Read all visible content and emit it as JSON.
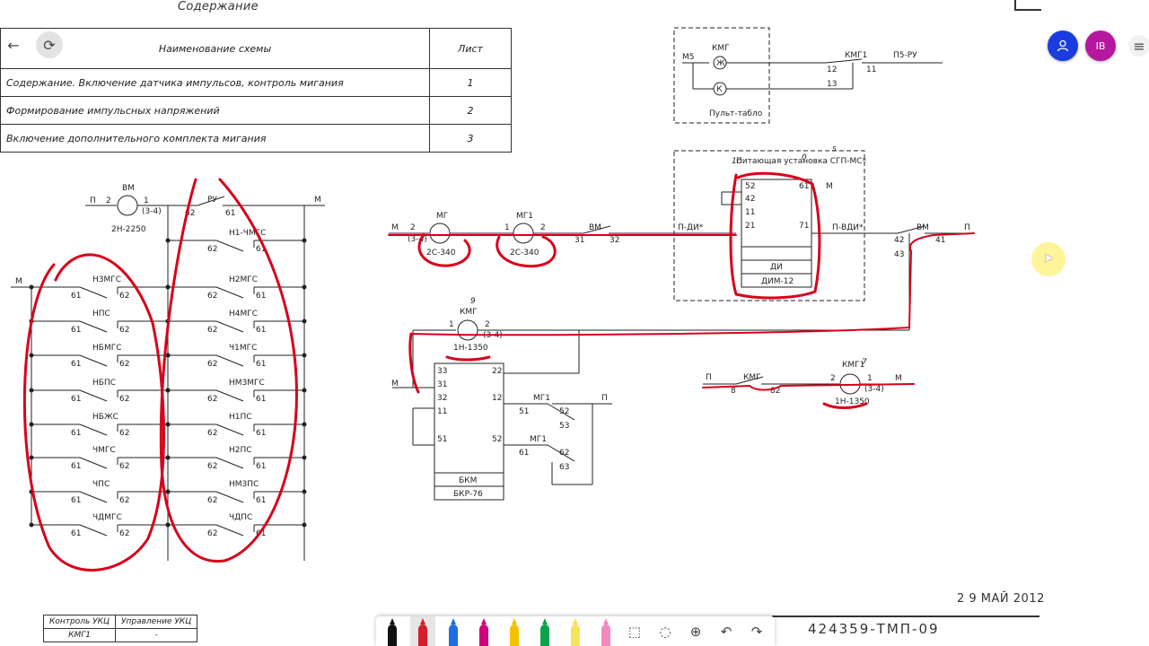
{
  "document": {
    "title": "Содержание",
    "contents_table": {
      "headers": [
        "Наименование схемы",
        "Лист"
      ],
      "rows": [
        {
          "name": "Содержание. Включение датчика импульсов, контроль мигания",
          "sheet": "1"
        },
        {
          "name": "Формирование импульсных напряжений",
          "sheet": "2"
        },
        {
          "name": "Включение дополнительного комплекта мигания",
          "sheet": "3"
        }
      ]
    },
    "date_stamp": "2 9 МАЙ 2012",
    "doc_code": "424359-ТМП-09",
    "ukc_table": {
      "headers": [
        "Контроль УКЦ",
        "Управление УКЦ"
      ],
      "row": [
        "КМГ1",
        "-"
      ]
    }
  },
  "schematic_labels": {
    "left": {
      "P": "П",
      "BM": "ВМ",
      "n2": "2",
      "n1": "1",
      "n34": "(3-4)",
      "relay": "2Н-2250",
      "RU": "РУ",
      "c62": "62",
      "c61": "61",
      "M": "М",
      "M2": "М",
      "contacts": [
        "Н1-ЧМГС",
        "Н3МГС",
        "НПС",
        "Н2МГС",
        "Н4МГС",
        "НБМГС",
        "Ч1МГС",
        "НБПС",
        "НМ3МГС",
        "НБЖС",
        "Н1ПС",
        "ЧМГС",
        "Н2ПС",
        "ЧПС",
        "НМ3ПС",
        "ЧДМГС",
        "ЧДПС"
      ]
    },
    "top_box": {
      "M5": "М5",
      "KMG": "КМГ",
      "Zh": "Ж",
      "K": "К",
      "KMG1": "КМГ1",
      "c12": "12",
      "c11": "11",
      "c13": "13",
      "P5RU": "П5-РУ",
      "title": "Пульт-табло"
    },
    "middle": {
      "M": "М",
      "MG": "МГ",
      "MG1": "МГ1",
      "BM": "ВМ",
      "c1": "1",
      "c2": "2",
      "c34": "(3-4)",
      "r1": "2С-340",
      "r2": "2С-340",
      "c31": "31",
      "c32": "32",
      "PDI": "П-ДИ*",
      "PVDI": "П-ВДИ*",
      "supply": "Питающая установка СГП-МС*",
      "c52": "52",
      "c42": "42",
      "c11": "11",
      "c21": "21",
      "c71": "71",
      "c61": "61",
      "DI": "ДИ",
      "DIM": "ДИМ-12",
      "BM2": "ВМ",
      "P": "П",
      "c41": "41",
      "c42b": "42",
      "c43": "43",
      "Mr": "М"
    },
    "lower": {
      "KMG": "КМГ",
      "c1": "1",
      "c2": "2",
      "c34": "(3-4)",
      "relay": "1Н-1350",
      "M": "М",
      "P": "П",
      "t33": "33",
      "t31": "31",
      "t32": "32",
      "t11": "11",
      "t51": "51",
      "t22": "22",
      "t12": "12",
      "t52": "52",
      "MG1": "МГ1",
      "MG1b": "МГ1",
      "c51": "51",
      "c52b": "52",
      "c53": "53",
      "c61": "61",
      "c62": "62",
      "c63": "63",
      "BKM": "БКМ",
      "BKR": "БКР-76"
    },
    "right": {
      "P": "П",
      "KMG": "КМГ",
      "c8": "8",
      "c82": "82",
      "KMG1": "КМГ1",
      "c2": "2",
      "c1": "1",
      "c34": "(3-4)",
      "M": "М",
      "relay": "1Н-1350"
    }
  },
  "annotations": {
    "one_s": "1с",
    "zero_s": "0",
    "s": "s",
    "nine": "9",
    "seven": "7"
  },
  "ui": {
    "back_icon": "←",
    "sync_icon": "⟳",
    "menu_icon": "≡",
    "avatar_person_icon": "person",
    "avatar_initials": "IB",
    "avatar_colors": {
      "person": "#1a3de0",
      "ib": "#b5179e"
    }
  },
  "toolbar": {
    "pens": [
      {
        "name": "black-pen",
        "color": "#111111"
      },
      {
        "name": "red-pen",
        "color": "#d61f2c",
        "selected": true
      },
      {
        "name": "blue-pen",
        "color": "#1d6fe0"
      },
      {
        "name": "magenta-pen",
        "color": "#d1007a"
      },
      {
        "name": "yellow-pen",
        "color": "#f2c200"
      },
      {
        "name": "green-pen",
        "color": "#0ea34a"
      },
      {
        "name": "highlighter-yellow",
        "color": "#f5e35a"
      },
      {
        "name": "highlighter-pink",
        "color": "#f08ac0"
      }
    ],
    "tools": [
      {
        "name": "lasso-select-icon",
        "glyph": "⬚"
      },
      {
        "name": "shape-select-icon",
        "glyph": "◌"
      },
      {
        "name": "add-icon",
        "glyph": "⊕"
      },
      {
        "name": "undo-icon",
        "glyph": "↶"
      },
      {
        "name": "redo-icon",
        "glyph": "↷"
      }
    ]
  },
  "colors": {
    "ink": "#d8001a",
    "line": "#222222"
  }
}
